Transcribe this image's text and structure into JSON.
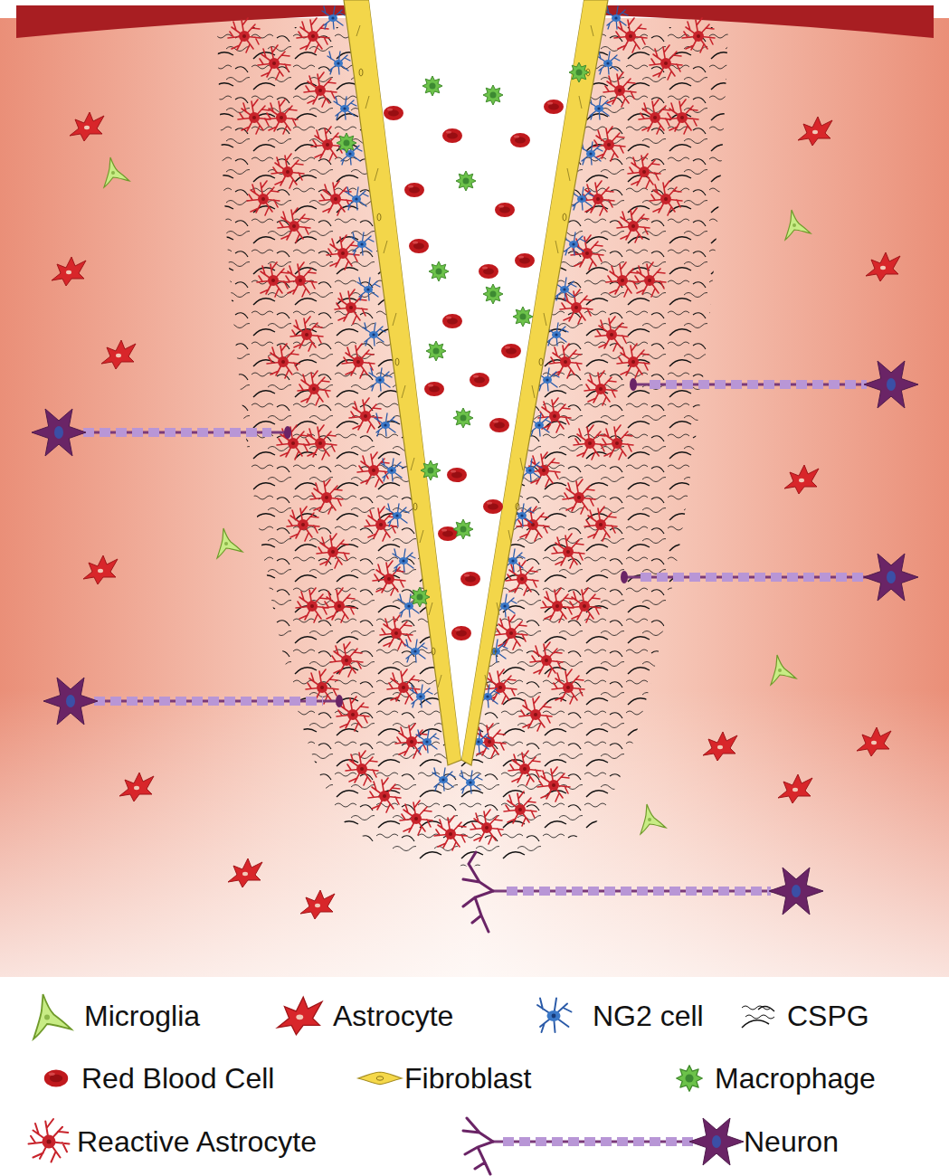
{
  "diagram": {
    "legend": [
      {
        "text": "Microglia"
      },
      {
        "text": "Astrocyte"
      },
      {
        "text": "NG2 cell"
      },
      {
        "text": "CSPG"
      },
      {
        "text": "Red Blood Cell"
      },
      {
        "text": "Fibroblast"
      },
      {
        "text": "Macrophage"
      },
      {
        "text": "Reactive Astrocyte"
      },
      {
        "text": "Neuron"
      }
    ]
  }
}
